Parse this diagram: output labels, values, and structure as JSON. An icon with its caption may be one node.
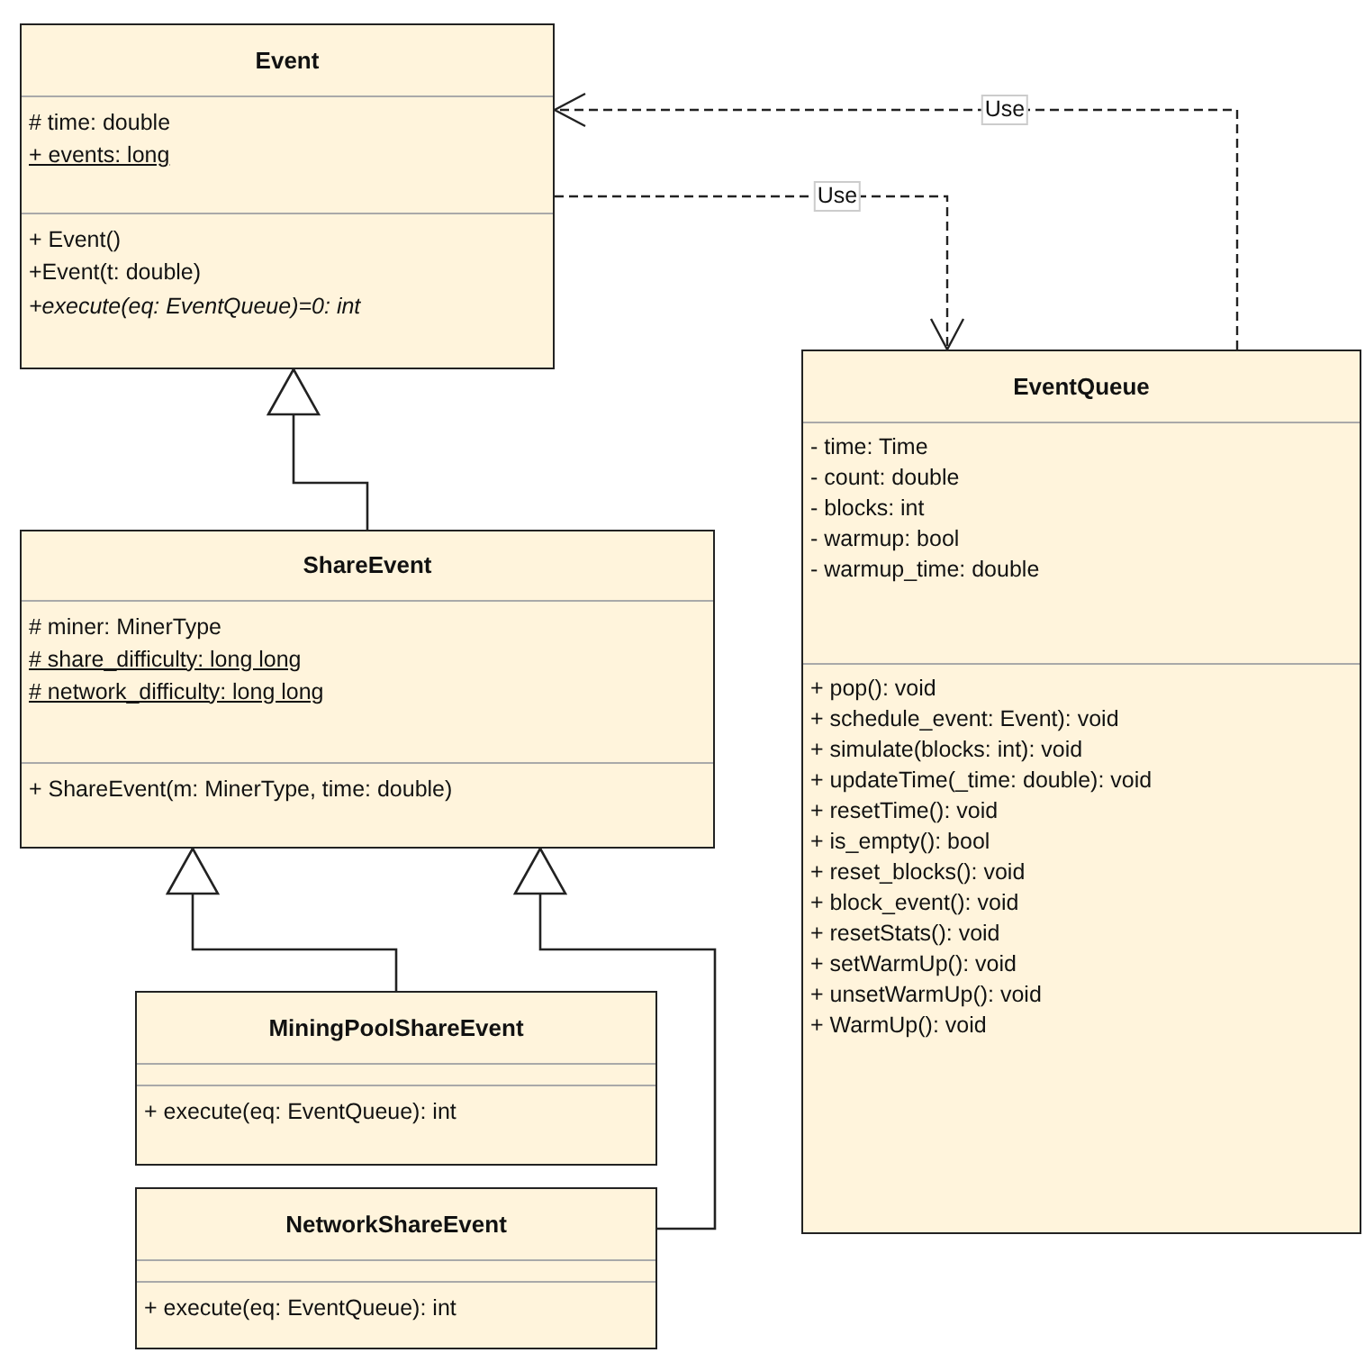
{
  "diagram": {
    "nodes": [
      {
        "text": [
          "Event",
          "# time: double",
          "+ events: long",
          "+ Event()",
          "+Event(t: double)",
          "+execute(eq: EventQueue)=0: int"
        ]
      },
      {
        "text": [
          "EventQueue",
          "- time: Time",
          "- count: double",
          "- blocks: int",
          "- warmup: bool",
          "- warmup_time: double",
          "+ pop(): void",
          "+ schedule_event: Event): void",
          "+ simulate(blocks: int): void",
          "+ updateTime(_time: double): void",
          "+ resetTime(): void",
          "+ is_empty(): bool",
          "+ reset_blocks(): void",
          "+ block_event(): void",
          "+ resetStats(): void",
          "+ setWarmUp(): void",
          "+ unsetWarmUp(): void",
          "+ WarmUp(): void"
        ]
      },
      {
        "text": [
          "ShareEvent",
          "# miner: MinerType",
          "# share_difficulty: long long",
          "# network_difficulty: long long",
          "+ ShareEvent(m: MinerType, time: double)"
        ]
      },
      {
        "text": [
          "MiningPoolShareEvent",
          "+ execute(eq: EventQueue): int"
        ]
      },
      {
        "text": [
          "NetworkShareEvent",
          "+ execute(eq: EventQueue): int"
        ]
      }
    ],
    "edges": [
      {
        "from": 2,
        "to": 0,
        "arrow": "to"
      },
      {
        "from": 1,
        "to": 0,
        "arrow": "to",
        "label": "Use",
        "style": "dashed"
      },
      {
        "from": 0,
        "to": 1,
        "arrow": "to",
        "label": "Use",
        "style": "dashed"
      },
      {
        "from": 3,
        "to": 2,
        "arrow": "to"
      },
      {
        "from": 4,
        "to": 2,
        "arrow": "to"
      }
    ]
  }
}
